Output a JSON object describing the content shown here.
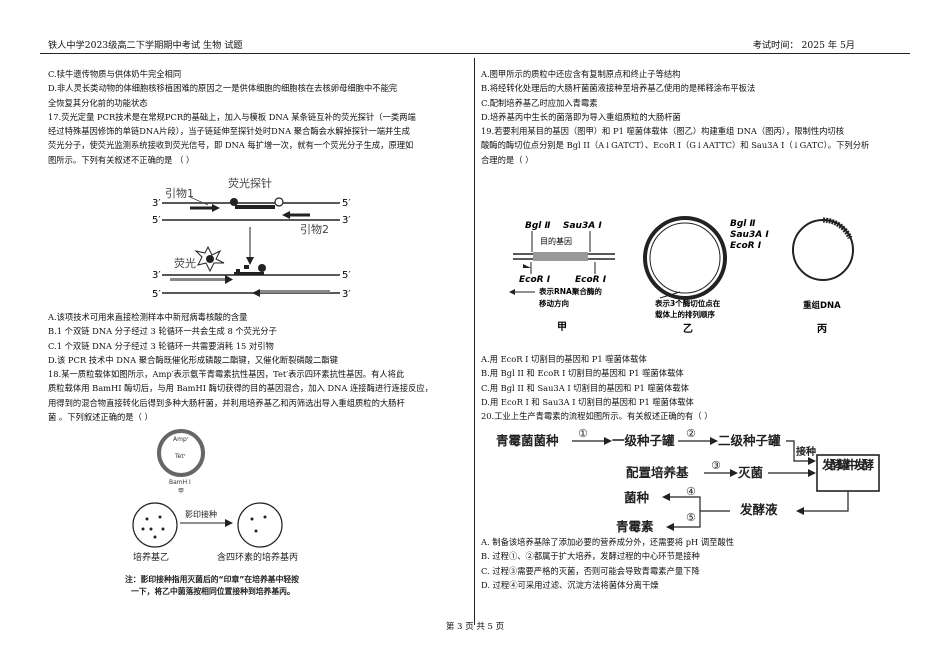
{
  "header": {
    "left": "铁人中学2023级高二下学期期中考试 生物 试题",
    "right": "考试时间： 2025 年 5月"
  },
  "left_col": {
    "l1": "C.犊牛遗传物质与供体奶牛完全相同",
    "l2": "D.非人灵长类动物的体细胞核移植困难的原因之一是供体细胞的细胞核在去核卵母细胞中不能完",
    "l3": "全恢复其分化前的功能状态",
    "q17": [
      "17.荧光定量 PCR技术是在常规PCR的基础上，加入与模板 DNA 某条链互补的荧光探针（一类两端",
      "经过特殊基因修饰的单链DNA片段），当子链延伸至探针处时DNA 聚合酶会水解掉探针一端并生成",
      "荧光分子，使荧光监测系统接收到荧光信号，即 DNA 每扩增一次，就有一个荧光分子生成，原理如",
      "图所示。下列有关叙述不正确的是 （ ）"
    ],
    "fig17": {
      "probe": "荧光探针",
      "primer1": "引物1",
      "primer2": "引物2",
      "fluor": "荧光",
      "p3": "3′",
      "p5": "5′"
    },
    "q17_opts": [
      "A.该项技术可用来直接检测样本中新冠病毒核酸的含量",
      "B.1 个双链 DNA 分子经过 3 轮循环一共会生成 8 个荧光分子",
      "C.1 个双链 DNA 分子经过 3 轮循环一共需要消耗 15 对引物",
      "D.该 PCR 技术中 DNA 聚合酶既催化形成磷酸二酯键，又催化断裂磷酸二酯键"
    ],
    "q18": [
      "18.某一质粒载体如图所示，Amp′表示氨苄青霉素抗性基因，Tet′表示四环素抗性基因。有人将此",
      "质粒载体用 BamHI 酶切后，与用 BamHI 酶切获得的目的基因混合，加入 DNA 连接酶进行连接反应，",
      "用得到的混合物直接转化后得到多种大肠杆菌，并利用培养基乙和丙筛选出导入重组质粒的大肠杆",
      "菌 。下列叙述正确的是（ ）"
    ],
    "fig18": {
      "amp": "Ampʳ",
      "tet": "Tetʳ",
      "bam": "BamH I",
      "jia": "甲",
      "arrow": "影印接种",
      "plate1": "培养基乙",
      "plate2": "含四环素的培养基丙",
      "note1": "注：影印接种指用灭菌后的“印章”在培养基中轻按",
      "note2": "一下，将乙中菌落按相同位置接种到培养基丙。"
    }
  },
  "right_col": {
    "r1": "A.图甲所示的质粒中还应含有复制原点和终止子等结构",
    "r2": "B.将经转化处理后的大肠杆菌菌液接种至培养基乙使用的是稀释涂布平板法",
    "r3": "C.配制培养基乙时应加入青霉素",
    "r4": "D.培养基丙中生长的菌落即为导入重组质粒的大肠杆菌",
    "q19": [
      "19.若要利用某目的基因（图甲）和 P1 噬菌体载体（图乙）构建重组 DNA（图丙），限制性内切核",
      "酸酶的酶切位点分别是 Bgl II（A↓GATCT）、EcoR I（G↓AATTC）和 Sau3A I（↓GATC）。下列分析",
      "合理的是（ ）"
    ],
    "fig19": {
      "bgl": "Bgl Ⅱ",
      "sau": "Sau3A Ⅰ",
      "gene": "目的基因",
      "ecor": "EcoR Ⅰ",
      "rna1": "表示RNA聚合酶的",
      "rna2": "移动方向",
      "three1": "表示3个酶切位点在",
      "three2": "载体上的排列顺序",
      "recomb": "重组DNA",
      "jia": "甲",
      "yi": "乙",
      "bing": "丙"
    },
    "q19_opts": [
      "A.用 EcoR I 切割目的基因和 P1 噬菌体载体",
      "B.用 Bgl II 和 EcoR I 切割目的基因和 P1 噬菌体载体",
      "C.用 Bgl II 和 Sau3A I 切割目的基因和 P1 噬菌体载体",
      "D.用 EcoR I 和 Sau3A I 切割目的基因和 P1 噬菌体载体"
    ],
    "q20": "20.工业上生产青霉素的流程如图所示。有关叙述正确的有（ ）",
    "fig20": {
      "n1": "青霉菌菌种",
      "n2": "一级种子罐",
      "n3": "二级种子罐",
      "n4": "配置培养基",
      "n5": "灭菌",
      "n6": "发酵罐中发酵",
      "n7": "菌种",
      "n8": "发酵液",
      "n9": "青霉素",
      "c1": "①",
      "c2": "②",
      "c3": "③",
      "c4": "④",
      "c5": "⑤",
      "jz": "接种"
    },
    "q20_opts": [
      "A. 制备该培养基除了添加必要的营养成分外，还需要将 pH 调至酸性",
      "B. 过程①、②都属于扩大培养，发酵过程的中心环节是接种",
      "C. 过程③需要严格的灭菌，否则可能会导致青霉素产量下降",
      "D. 过程④可采用过滤、沉淀方法将菌体分离干燥"
    ]
  },
  "footer": "第 3 页 共 5 页"
}
